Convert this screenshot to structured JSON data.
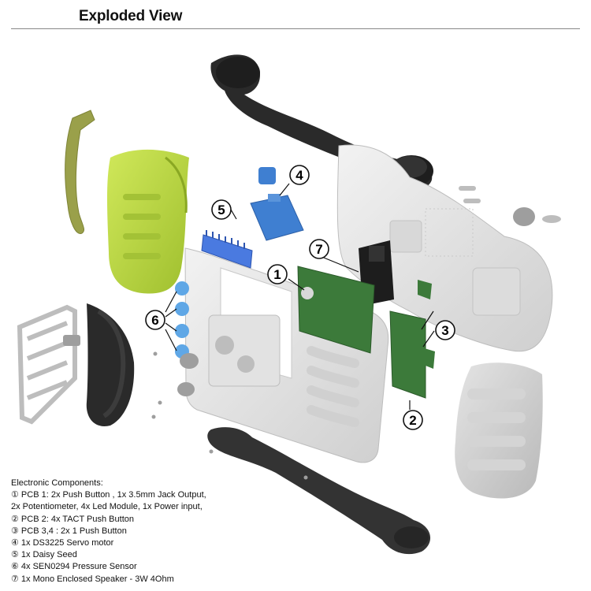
{
  "title": "Exploded View",
  "callouts": [
    "1",
    "2",
    "3",
    "4",
    "5",
    "6",
    "7"
  ],
  "components_heading": "Electronic Components:",
  "components": [
    "① PCB 1: 2x Push Button , 1x 3.5mm Jack Output,",
    "2x Potentiometer, 4x Led Module, 1x Power input,",
    "② PCB 2: 4x TACT Push Button",
    "③ PCB 3,4 : 2x 1 Push Button",
    "④ 1x DS3225 Servo motor",
    "⑤ 1x Daisy Seed",
    "⑥ 4x SEN0294 Pressure Sensor",
    "⑦ 1x Mono Enclosed Speaker - 3W 4Ohm"
  ],
  "colors": {
    "shell_white": "#e6e6e6",
    "strap_black": "#2a2a2a",
    "grip_green": "#b5d13c",
    "strap_olive": "#9aa04a",
    "servo_blue": "#3f7fd1",
    "pcb_green": "#3c7a3a",
    "sensor_blue": "#5fa7e6"
  }
}
